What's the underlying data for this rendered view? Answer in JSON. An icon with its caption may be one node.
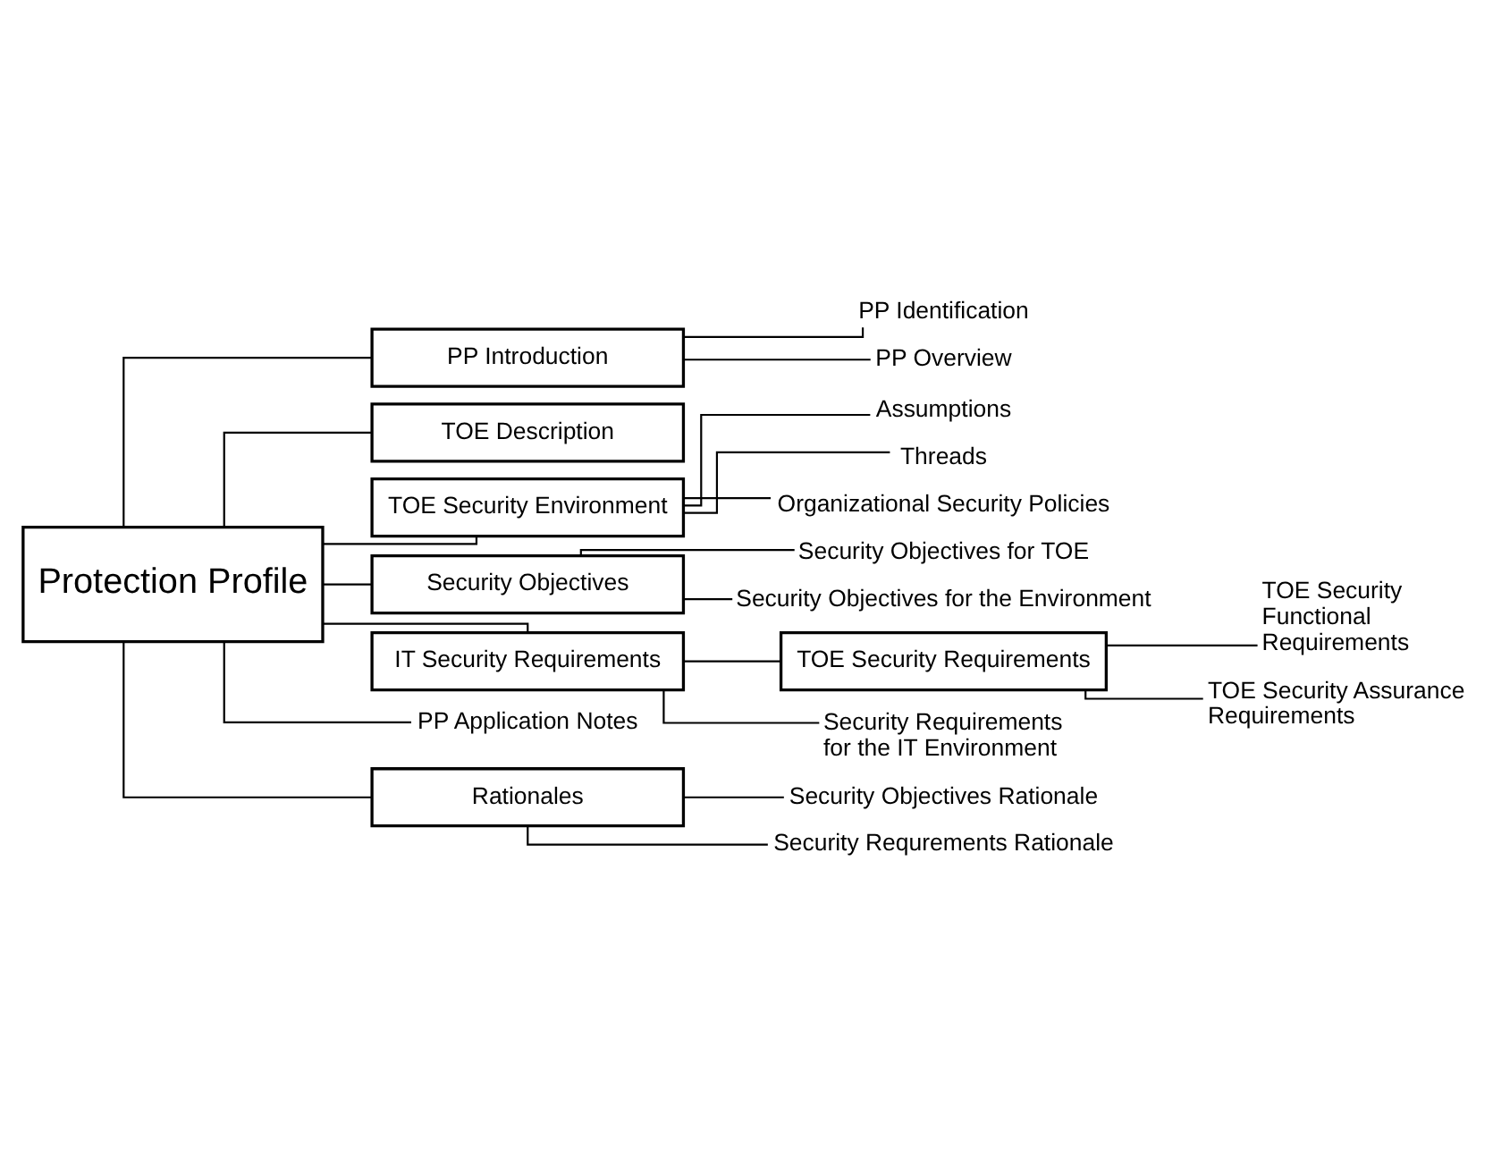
{
  "diagram": {
    "nodes": [
      {
        "text": [
          "Protection Profile"
        ]
      },
      {
        "text": [
          "PP Introduction"
        ]
      },
      {
        "text": [
          "PP Identification"
        ]
      },
      {
        "text": [
          "PP Overview"
        ]
      },
      {
        "text": [
          "TOE Description"
        ]
      },
      {
        "text": [
          "TOE Security Environment"
        ]
      },
      {
        "text": [
          "Assumptions"
        ]
      },
      {
        "text": [
          "Threads"
        ]
      },
      {
        "text": [
          "Organizational Security Policies"
        ]
      },
      {
        "text": [
          "Security Objectives"
        ]
      },
      {
        "text": [
          "Security Objectives for TOE"
        ]
      },
      {
        "text": [
          "Security Objectives for the Environment"
        ]
      },
      {
        "text": [
          "IT Security Requirements"
        ]
      },
      {
        "text": [
          "TOE Security Requirements"
        ]
      },
      {
        "text": [
          "TOE Security Functional Requirements"
        ]
      },
      {
        "text": [
          "TOE Security Assurance Requirements"
        ]
      },
      {
        "text": [
          "Security Requirements for the IT Environment"
        ]
      },
      {
        "text": [
          "PP Application Notes"
        ]
      },
      {
        "text": [
          "Rationales"
        ]
      },
      {
        "text": [
          "Security Objectives Rationale"
        ]
      },
      {
        "text": [
          "Security Requrements Rationale"
        ]
      }
    ],
    "edges": [
      {
        "from": 0,
        "to": 1,
        "arrow": "none"
      },
      {
        "from": 1,
        "to": 2,
        "arrow": "none"
      },
      {
        "from": 1,
        "to": 3,
        "arrow": "none"
      },
      {
        "from": 0,
        "to": 4,
        "arrow": "none"
      },
      {
        "from": 0,
        "to": 5,
        "arrow": "none"
      },
      {
        "from": 5,
        "to": 6,
        "arrow": "none"
      },
      {
        "from": 5,
        "to": 7,
        "arrow": "none"
      },
      {
        "from": 5,
        "to": 8,
        "arrow": "none"
      },
      {
        "from": 0,
        "to": 9,
        "arrow": "none"
      },
      {
        "from": 9,
        "to": 10,
        "arrow": "none"
      },
      {
        "from": 9,
        "to": 11,
        "arrow": "none"
      },
      {
        "from": 0,
        "to": 12,
        "arrow": "none"
      },
      {
        "from": 12,
        "to": 13,
        "arrow": "none"
      },
      {
        "from": 13,
        "to": 14,
        "arrow": "none"
      },
      {
        "from": 13,
        "to": 15,
        "arrow": "none"
      },
      {
        "from": 12,
        "to": 16,
        "arrow": "none"
      },
      {
        "from": 0,
        "to": 17,
        "arrow": "none"
      },
      {
        "from": 0,
        "to": 18,
        "arrow": "none"
      },
      {
        "from": 18,
        "to": 19,
        "arrow": "none"
      },
      {
        "from": 18,
        "to": 20,
        "arrow": "none"
      }
    ]
  }
}
